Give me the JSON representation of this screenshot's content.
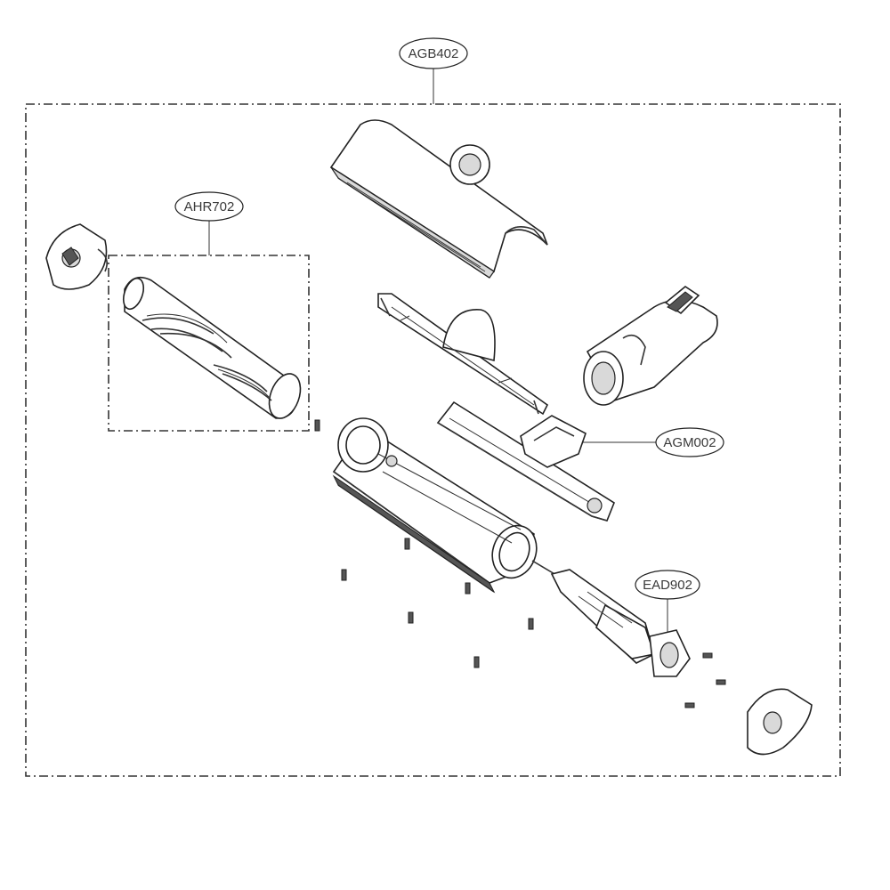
{
  "callouts": {
    "assembly": {
      "label": "AGB402"
    },
    "brush": {
      "label": "AHR702"
    },
    "gear": {
      "label": "AGM002"
    },
    "motor": {
      "label": "EAD902"
    }
  }
}
